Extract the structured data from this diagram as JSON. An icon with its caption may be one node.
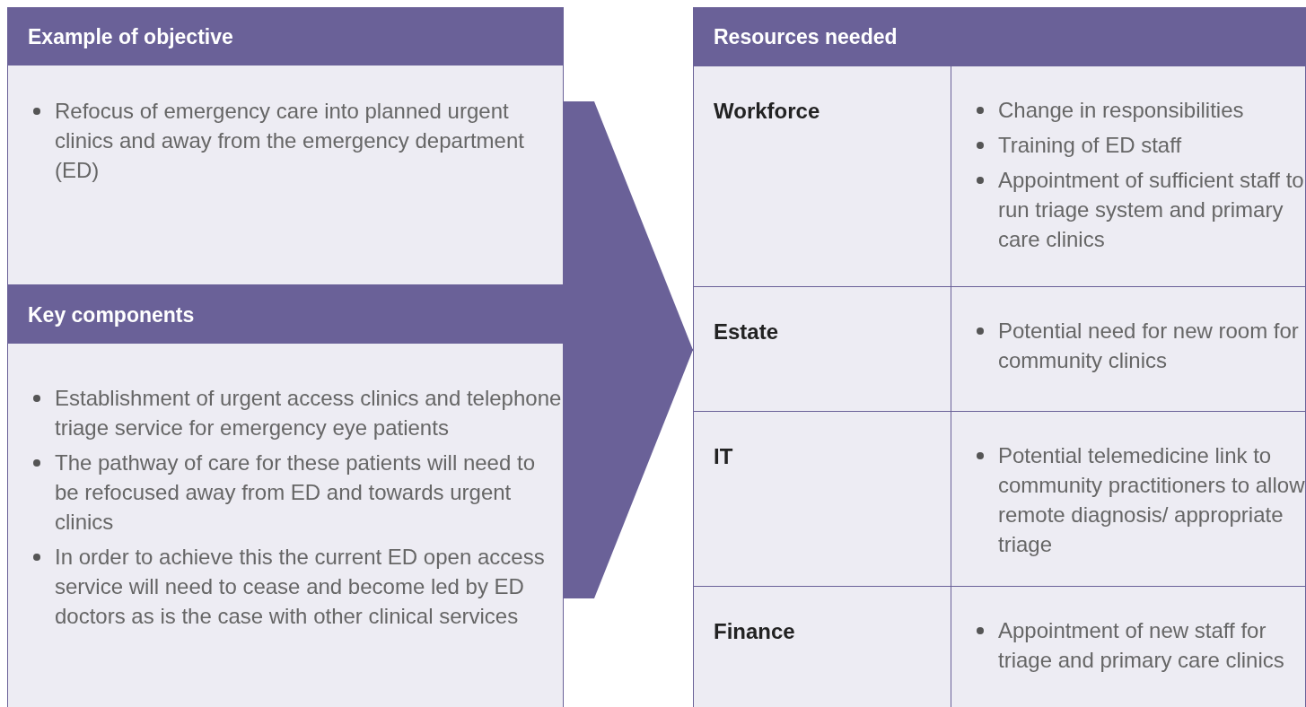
{
  "diagram": {
    "nodes": [
      {
        "text": [
          "Example of objective",
          "Refocus of emergency care into planned urgent clinics and away from the emergency department (ED)"
        ]
      },
      {
        "text": [
          "Key components",
          "Establishment of urgent access clinics and telephone triage service for emergency eye patients",
          "The pathway of care for these patients will need to be refocused away from ED and towards urgent clinics",
          "In order to achieve this the current ED open access service will need to cease and become led by ED doctors as is the case with other clinical services"
        ]
      },
      {
        "text": [
          "Resources needed"
        ]
      },
      {
        "text": [
          "Workforce",
          "Change in responsibilities",
          "Training of ED staff",
          "Appointment of sufficient staff to run triage system and primary care clinics"
        ],
        "in": 2
      },
      {
        "text": [
          "Estate",
          "Potential need for new room for community clinics"
        ],
        "in": 2
      },
      {
        "text": [
          "IT",
          "Potential telemedicine link to community practitioners to allow remote diagnosis/ appropriate triage"
        ],
        "in": 2
      },
      {
        "text": [
          "Finance",
          "Appointment of new staff for triage and primary care clinics"
        ],
        "in": 2
      }
    ],
    "edges": [
      {
        "from": 0,
        "to": 2,
        "arrow": "to"
      },
      {
        "from": 1,
        "to": 2,
        "arrow": "to"
      }
    ]
  }
}
